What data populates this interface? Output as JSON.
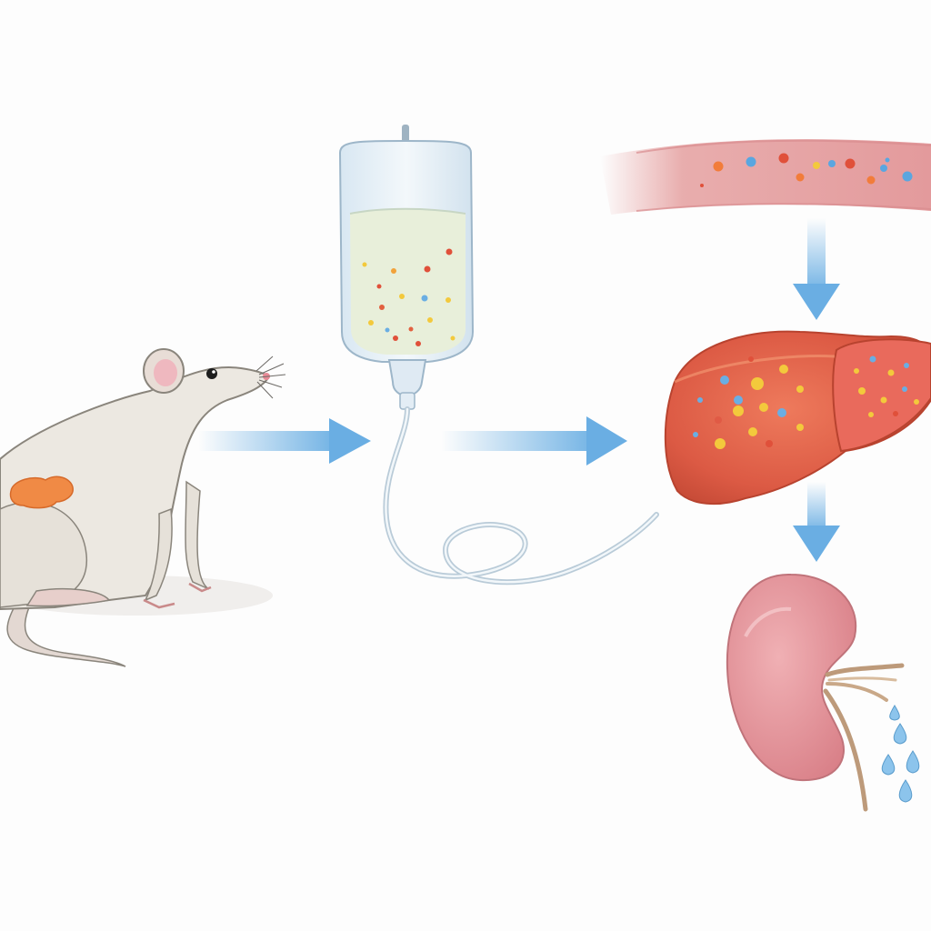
{
  "diagram": {
    "type": "illustrated-flow",
    "steps": [
      {
        "name": "rat",
        "icon": "rat-icon"
      },
      {
        "name": "iv-bag",
        "icon": "iv-bag-icon"
      },
      {
        "name": "blood-vessel",
        "icon": "blood-vessel-icon"
      },
      {
        "name": "liver",
        "icon": "liver-icon"
      },
      {
        "name": "kidney",
        "icon": "kidney-icon"
      }
    ],
    "flow": [
      {
        "from": "rat",
        "to": "iv-bag",
        "direction": "right"
      },
      {
        "from": "iv-bag",
        "to": "liver",
        "direction": "right"
      },
      {
        "from": "blood-vessel",
        "to": "liver",
        "direction": "down"
      },
      {
        "from": "liver",
        "to": "kidney",
        "direction": "down"
      }
    ]
  },
  "colors": {
    "background": "#fdfdfd",
    "arrow": "#5aa6e0",
    "rat_body": "#ece8e1",
    "rat_outline": "#8a857c",
    "tumor": "#f08a45",
    "iv_fluid": "#e8efda",
    "vessel": "#e6a4a4",
    "liver": "#e0644e",
    "kidney": "#e79aa0",
    "droplet": "#8cc4ec"
  }
}
